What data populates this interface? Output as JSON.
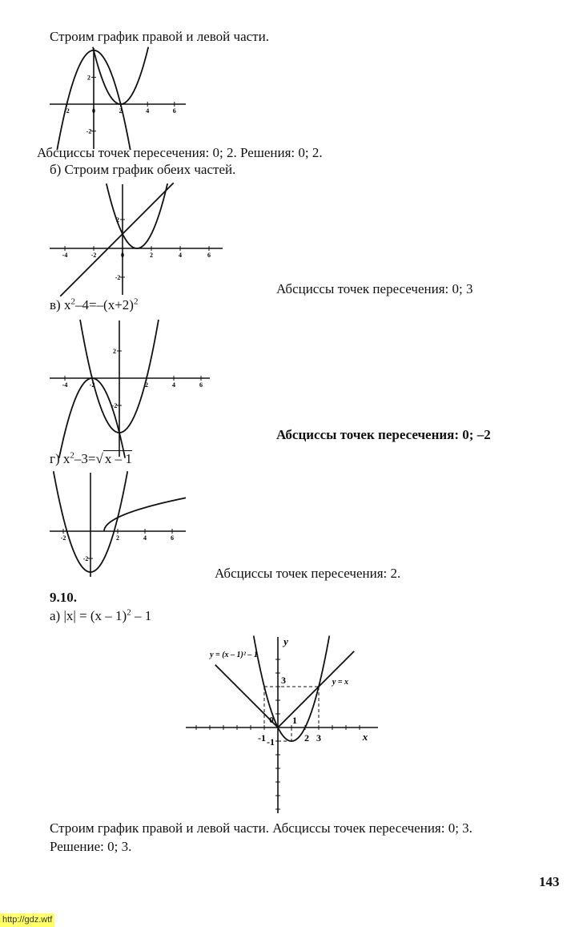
{
  "text": {
    "intro_a": "Строим график правой и левой части.",
    "answer_a": "Абсциссы точек пересечения: 0; 2. Решения: 0; 2.",
    "heading_b": "б) Строим график обеих частей.",
    "answer_b": "Абсциссы точек пересечения: 0; 3",
    "eq_v_prefix": "в) x",
    "eq_v_mid": "–4=–(x+2)",
    "answer_v": "Абсциссы точек пересечения: 0; –2",
    "eq_g_prefix": "г) x",
    "eq_g_mid": "–3=",
    "eq_g_root": "x – 1",
    "answer_g": "Абсциссы точек пересечения: 2.",
    "problem_number": "9.10.",
    "eq_910_prefix": "а) |x| = (x – 1)",
    "eq_910_suffix": " – 1",
    "answer_910": "Строим график правой и левой части. Абсциссы точек пересечения: 0; 3.",
    "solution_910": "Решение: 0; 3.",
    "sup2": "2",
    "page_number": "143",
    "watermark": "http://gdz.wtf"
  },
  "graphs": {
    "g1": {
      "ticks_x": [
        "-2",
        "0",
        "2",
        "4",
        "6"
      ],
      "ticks_y": [
        "2",
        "-2"
      ]
    },
    "g2": {
      "ticks_x": [
        "-4",
        "-2",
        "0",
        "2",
        "4",
        "6"
      ],
      "ticks_y": [
        "2",
        "-2"
      ]
    },
    "g3": {
      "ticks_x": [
        "-4",
        "-2",
        "2",
        "4",
        "6"
      ],
      "ticks_y": [
        "2",
        "-2"
      ]
    },
    "g4": {
      "ticks_x": [
        "-2",
        "2",
        "4",
        "6"
      ],
      "ticks_y": [
        "-2"
      ]
    },
    "g5": {
      "labels": {
        "y_axis": "y",
        "x_axis": "x",
        "parabola": "y = (x – 1)² – 1",
        "line": "y = x",
        "t3y": "3",
        "tm1x": "-1",
        "tm1y": "-1",
        "t1": "1",
        "t2": "2",
        "t3x": "3",
        "origin": "0"
      }
    }
  }
}
